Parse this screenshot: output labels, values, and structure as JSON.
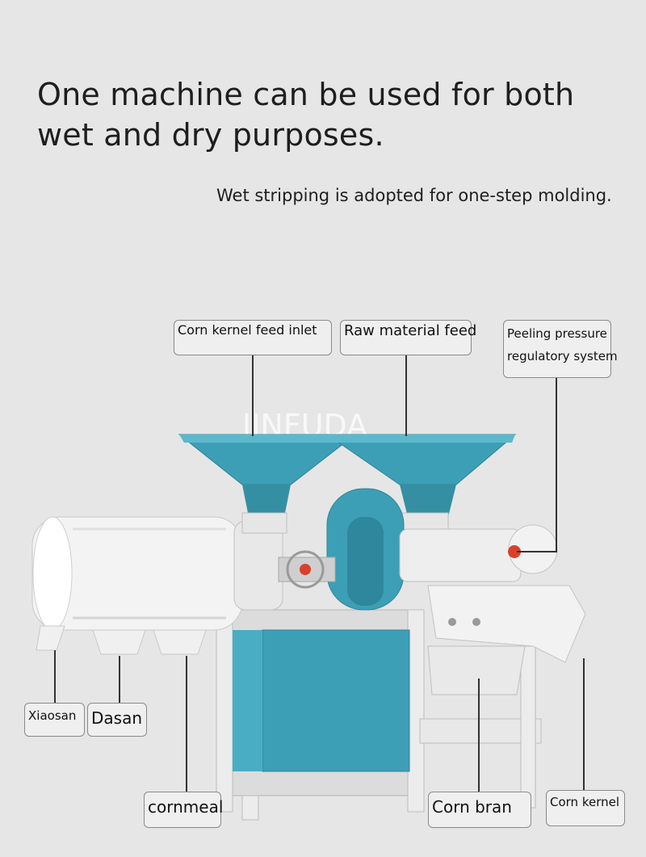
{
  "header": {
    "headline_line1": "One machine can be used for both",
    "headline_line2": "wet and dry purposes.",
    "subline": "Wet stripping is adopted for one-step molding."
  },
  "watermark": "JINFUDA",
  "callouts": {
    "corn_kernel_feed_inlet": "Corn kernel feed inlet",
    "raw_material_feed": "Raw material feed",
    "peeling_pressure_line1": "Peeling pressure",
    "peeling_pressure_line2": "regulatory system",
    "xiaosan": "Xiaosan",
    "dasan": "Dasan",
    "cornmeal": "cornmeal",
    "corn_bran": "Corn bran",
    "corn_kernel": "Corn kernel"
  },
  "colors": {
    "background": "#e6e6e6",
    "machine_blue": "#3c9fb5",
    "machine_white": "#f4f4f4",
    "accent_red": "#d9412c"
  }
}
